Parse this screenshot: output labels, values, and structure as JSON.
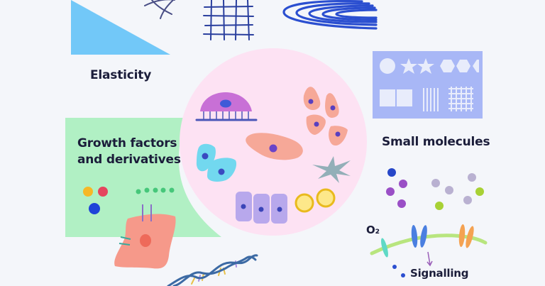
{
  "labels": {
    "elasticity": "Elasticity",
    "growth_factors_line1": "Growth factors",
    "growth_factors_line2": "and derivatives",
    "small_molecules": "Small molecules",
    "oxygen": "O₂",
    "signalling": "Signalling"
  },
  "colors": {
    "background": "#f4f6fa",
    "triangle": "#72c8f8",
    "green_panel": "#b1f0c4",
    "pink_circle": "#fde2f3",
    "molecules_panel": "#a8b7f6",
    "text": "#1b1d3a",
    "blue_lines": "#2b4fd0",
    "dark_lines": "#2a3a8a"
  },
  "sections": [
    {
      "id": "elasticity",
      "icons": [
        "triangle-icon",
        "curved-lines-icon",
        "grid-icon",
        "spiral-icon"
      ]
    },
    {
      "id": "growth-factors",
      "icons": [
        "colored-dots-icon",
        "green-dot-row-icon",
        "cell-with-receptors-icon"
      ]
    },
    {
      "id": "cell-culture",
      "icons": [
        "adherent-cell-icon",
        "epithelial-cells-icon",
        "fibroblast-icon",
        "triangular-cells-icon",
        "stellate-cell-icon",
        "columnar-cells-icon",
        "yellow-cells-icon"
      ]
    },
    {
      "id": "small-molecules",
      "icons": [
        "shapes-panel-icon",
        "molecule-dots-icon"
      ]
    },
    {
      "id": "signalling",
      "icons": [
        "membrane-icon",
        "receptor-icons",
        "arrow-icon",
        "dna-icon"
      ]
    }
  ]
}
